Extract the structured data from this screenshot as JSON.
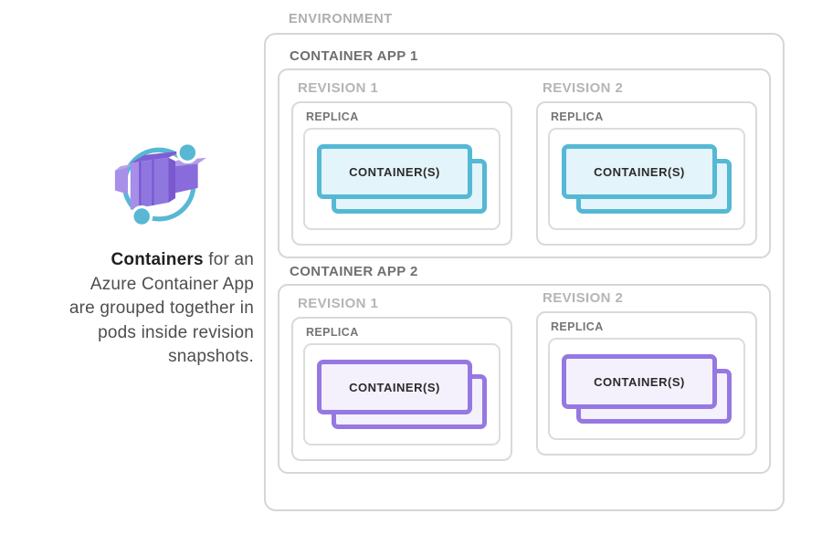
{
  "colors": {
    "teal_border": "#55b8d5",
    "teal_fill": "#e3f4fa",
    "purple_border": "#9678e2",
    "purple_fill": "#f4f1fc",
    "box_border": "#d6d6d6",
    "app_label_gray": "#6f6f6f",
    "revision_label_gray": "#b5b5b5",
    "environment_label_gray": "#aeaeae",
    "icon_teal": "#58b8d4",
    "icon_purple": "#8c6fdc"
  },
  "sidebar": {
    "icon": "azure-container-apps-icon",
    "caption": {
      "line1_bold": "Containers",
      "line1_rest": " for an",
      "line2": "Azure Container App",
      "line3": "are grouped together in",
      "line4": "pods inside revision",
      "line5": "snapshots."
    }
  },
  "diagram": {
    "environment_label": "ENVIRONMENT",
    "apps": [
      {
        "label": "CONTAINER APP 1",
        "accent": "teal",
        "revisions": [
          {
            "label": "REVISION 1",
            "replica_label": "REPLICA",
            "container_label": "CONTAINER(S)"
          },
          {
            "label": "REVISION 2",
            "replica_label": "REPLICA",
            "container_label": "CONTAINER(S)"
          }
        ]
      },
      {
        "label": "CONTAINER APP 2",
        "accent": "purple",
        "revisions": [
          {
            "label": "REVISION 1",
            "replica_label": "REPLICA",
            "container_label": "CONTAINER(S)"
          },
          {
            "label": "REVISION 2",
            "replica_label": "REPLICA",
            "container_label": "CONTAINER(S)"
          }
        ]
      }
    ]
  }
}
